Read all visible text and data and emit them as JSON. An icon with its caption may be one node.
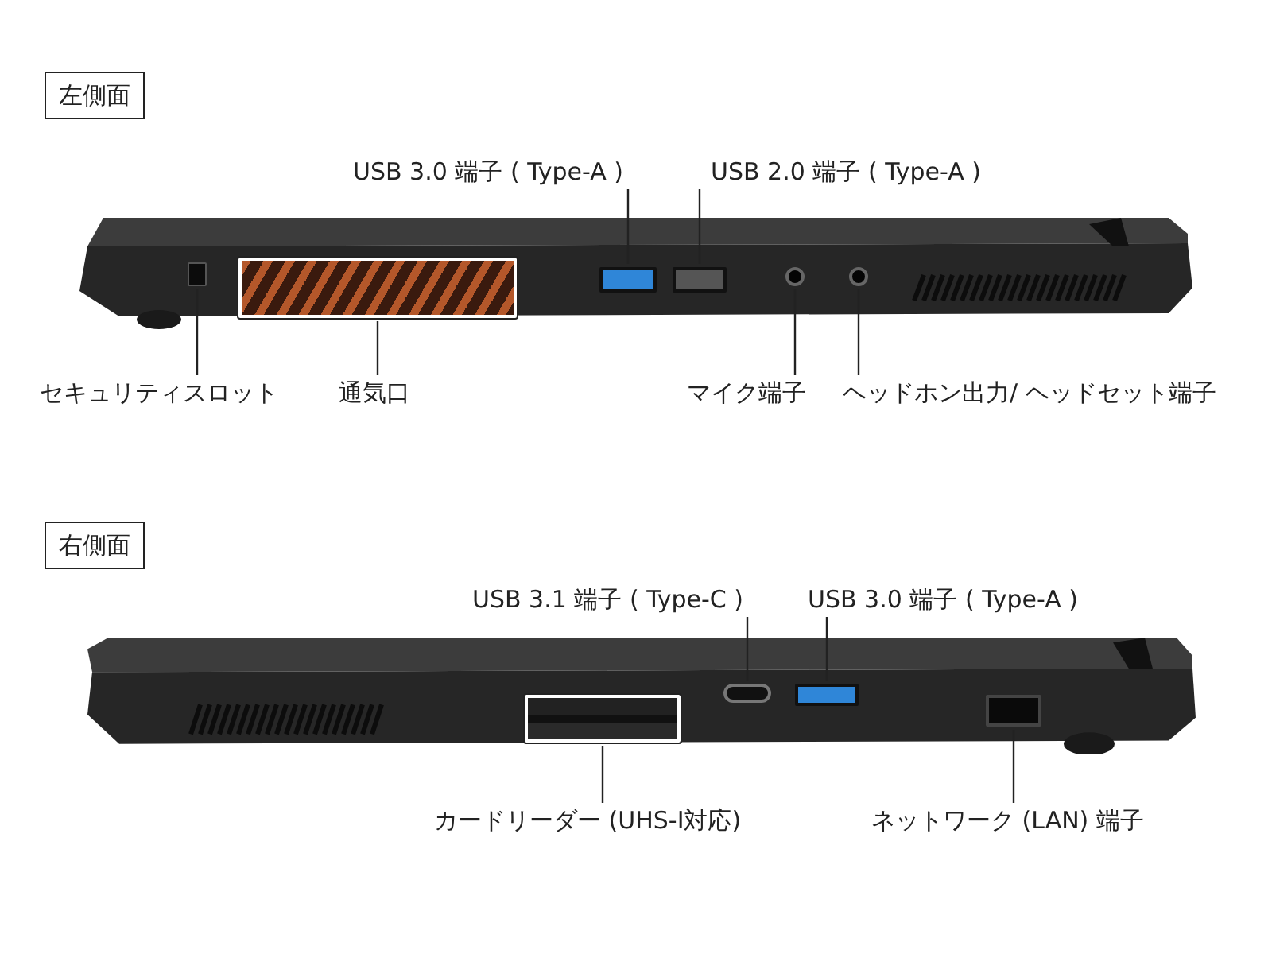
{
  "diagram": {
    "nodes": [
      {
        "text": [
          "左側面"
        ]
      },
      {
        "text": [],
        "shape": "picture"
      },
      {
        "text": [],
        "shape": "box",
        "in": 1
      },
      {
        "text": [],
        "shape": "box",
        "in": 1
      },
      {
        "text": [],
        "shape": "box",
        "in": 1
      },
      {
        "text": [],
        "shape": "box",
        "in": 1
      },
      {
        "text": [],
        "shape": "circle",
        "in": 1
      },
      {
        "text": [],
        "shape": "circle",
        "in": 1
      },
      {
        "text": [
          "USB 3.0 端子 ( Type-A )"
        ]
      },
      {
        "text": [
          "USB 2.0 端子 ( Type-A )"
        ]
      },
      {
        "text": [
          "セキュリティスロット"
        ]
      },
      {
        "text": [
          "通気口"
        ]
      },
      {
        "text": [
          "マイク端子"
        ]
      },
      {
        "text": [
          "ヘッドホン出力/ ヘッドセット端子"
        ]
      },
      {
        "text": [
          "右側面"
        ]
      },
      {
        "text": [],
        "shape": "picture"
      },
      {
        "text": [],
        "shape": "box",
        "in": 15
      },
      {
        "text": [],
        "shape": "box",
        "in": 15
      },
      {
        "text": [],
        "shape": "box",
        "in": 15
      },
      {
        "text": [],
        "shape": "box",
        "in": 15
      },
      {
        "text": [
          "USB 3.1 端子 ( Type-C )"
        ]
      },
      {
        "text": [
          "USB 3.0 端子 ( Type-A )"
        ]
      },
      {
        "text": [
          "カードリーダー (UHS-I対応)"
        ]
      },
      {
        "text": [
          "ネットワーク (LAN) 端子"
        ]
      }
    ],
    "edges": [
      {
        "from": 8,
        "to": 4,
        "arrow": "none"
      },
      {
        "from": 9,
        "to": 5,
        "arrow": "none"
      },
      {
        "from": 10,
        "to": 2,
        "arrow": "none"
      },
      {
        "from": 11,
        "to": 3,
        "arrow": "none"
      },
      {
        "from": 12,
        "to": 6,
        "arrow": "none"
      },
      {
        "from": 13,
        "to": 7,
        "arrow": "none"
      },
      {
        "from": 20,
        "to": 17,
        "arrow": "none"
      },
      {
        "from": 21,
        "to": 18,
        "arrow": "none"
      },
      {
        "from": 22,
        "to": 16,
        "arrow": "none"
      },
      {
        "from": 23,
        "to": 19,
        "arrow": "none"
      }
    ]
  }
}
